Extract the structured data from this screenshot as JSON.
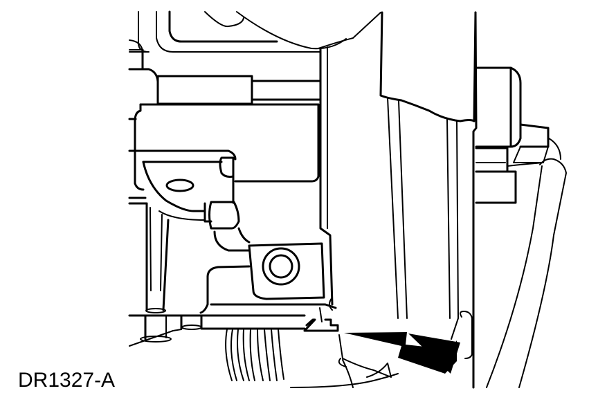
{
  "figure": {
    "caption": "DR1327-A",
    "description": "Line-art service illustration of a component assembly with two solid black arrows pointing to a connector tab at the lower edge",
    "colors": {
      "background": "#ffffff",
      "line": "#000000",
      "arrow": "#000000"
    },
    "callouts": [
      {
        "name": "arrow-left",
        "points_to": "connector-tab"
      },
      {
        "name": "arrow-right",
        "points_to": "connector-tab"
      }
    ]
  }
}
